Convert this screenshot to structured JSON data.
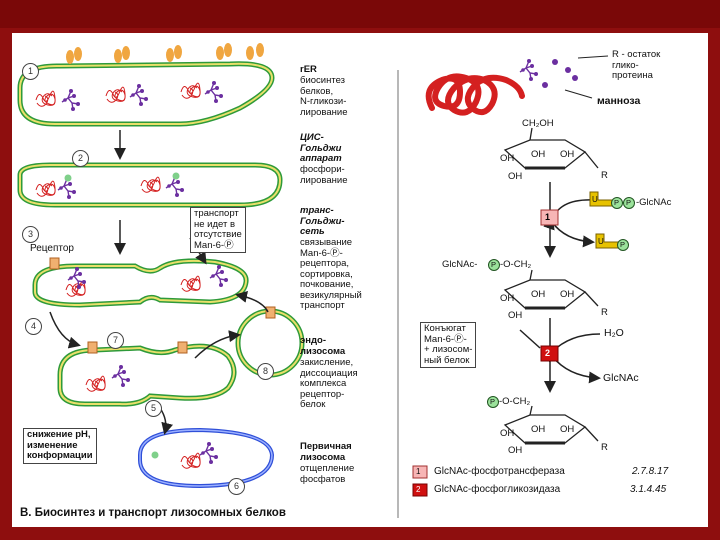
{
  "steps": {
    "s1": {
      "num": "1",
      "title": "rER",
      "desc": "биосинтез\nбелков,\nN-гликози-\nлирование"
    },
    "s2": {
      "num": "2",
      "title": "ЦИС-\nГольджи\nаппарат",
      "desc": "фосфори-\nлирование"
    },
    "s3": {
      "num": "3",
      "title": "транс-\nГольджи-\nсеть",
      "desc": "связывание\nMan-6-Ⓟ-\nрецептора,\nсортировка,\nпочкование,\nвезикулярный\nтранспорт"
    },
    "s4": {
      "num": "4"
    },
    "s5": {
      "num": "5"
    },
    "s6": {
      "num": "6",
      "title": "Первичная\nлизосома",
      "desc": "отщепление\nфосфатов"
    },
    "s7": {
      "num": "7"
    },
    "s8": {
      "num": "8"
    },
    "endo": {
      "title": "эндо-\nлизосома",
      "desc": "закисление,\nдиссоциация\nкомплекса\nрецептор-\nбелок"
    }
  },
  "callouts": {
    "transport": "транспорт\nне идет в\nотсутствие\nMan-6-Ⓟ",
    "receptor": "Рецептор",
    "ph": "снижение pH,\nизменение\nконформации"
  },
  "bottom_caption": "В. Биосинтез и транспорт лизосомных белков",
  "right_panel": {
    "r_label": "R - остаток\nгликo-\nпротеина",
    "mannose": "манноза",
    "ch2oh": "CH₂OH",
    "oh": "OH",
    "r": "R",
    "udp_glcnac": "-GlcNAc",
    "glcnac_p": "GlcNAc-",
    "o_ch2": "-O-CH₂",
    "conjugate": "Конъюгат\nMan-6-Ⓟ-\n+ лизосом-\nный белок",
    "h2o": "H₂O",
    "glcnac_out": "GlcNAc",
    "step1": "1",
    "step2": "2",
    "legend1": "GlcNAc-фосфотрансфераза",
    "legend1_ec": "2.7.8.17",
    "legend2": "GlcNAc-фосфогликозидаза",
    "legend2_ec": "3.1.4.45",
    "p_letter": "P",
    "u_letter": "U"
  },
  "colors": {
    "background": "#8e0e0e",
    "protein": "#d42020",
    "sugar": "#6b2fa0",
    "membrane_green": "#2e9a3a",
    "membrane_yellow": "#e9e06a",
    "lyso_blue": "#2f4fd8",
    "enzyme1": "#f7b5b5",
    "enzyme2": "#d01010"
  }
}
